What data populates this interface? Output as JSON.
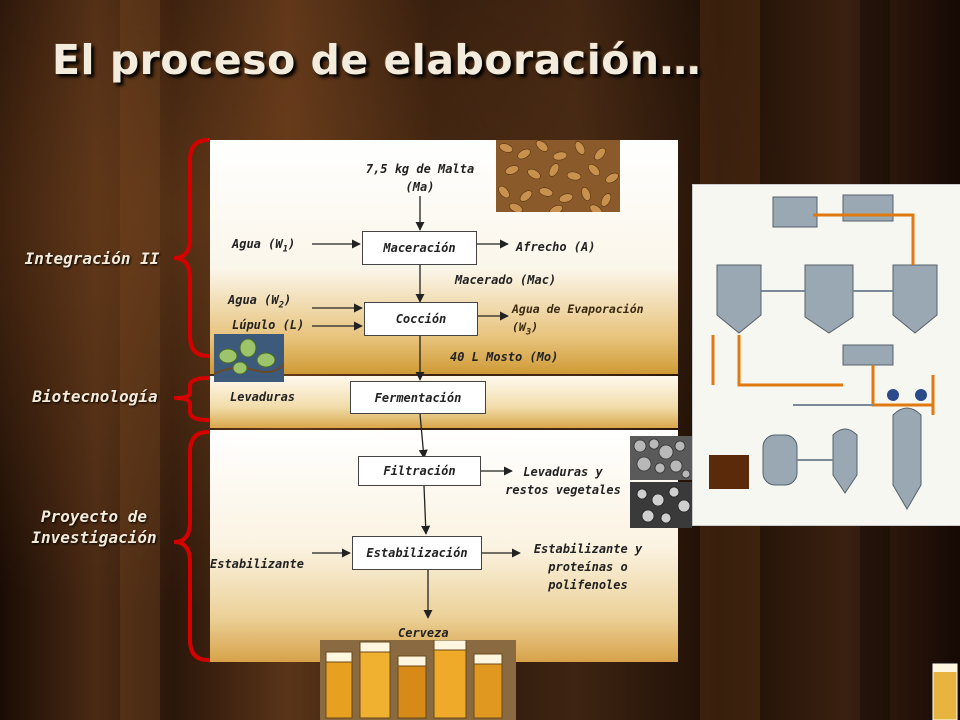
{
  "title": "El proceso de elaboración…",
  "sections": {
    "integracion": "Integración II",
    "biotecnologia": "Biotecnología",
    "proyecto_line1": "Proyecto de",
    "proyecto_line2": "Investigación"
  },
  "steps": {
    "maceracion": "Maceración",
    "coccion": "Cocción",
    "fermentacion": "Fermentación",
    "filtracion": "Filtración",
    "estabilizacion": "Estabilización"
  },
  "inputs": {
    "malta_line1": "7,5 kg de Malta",
    "malta_line2": "(Ma)",
    "agua1": "Agua (W",
    "agua1_sub": "1",
    "agua2": "Agua (W",
    "agua2_sub": "2",
    "lupulo": "Lúpulo (L)",
    "levaduras": "Levaduras",
    "estabilizante": "Estabilizante"
  },
  "outputs": {
    "afrecho": "Afrecho (A)",
    "macerado": "Macerado (Mac)",
    "evaporacion_line1": "Agua de Evaporación",
    "evaporacion_line2": "(W",
    "evaporacion_sub": "3",
    "mosto": "40 L Mosto (Mo)",
    "levaduras_line1": "Levaduras y",
    "levaduras_line2": "restos vegetales",
    "estab_line1": "Estabilizante y",
    "estab_line2": "proteínas o",
    "estab_line3": "polifenoles",
    "cerveza": "Cerveza"
  },
  "colors": {
    "bracket": "#d40000",
    "text": "#222222",
    "side_text": "#f4ead8"
  }
}
